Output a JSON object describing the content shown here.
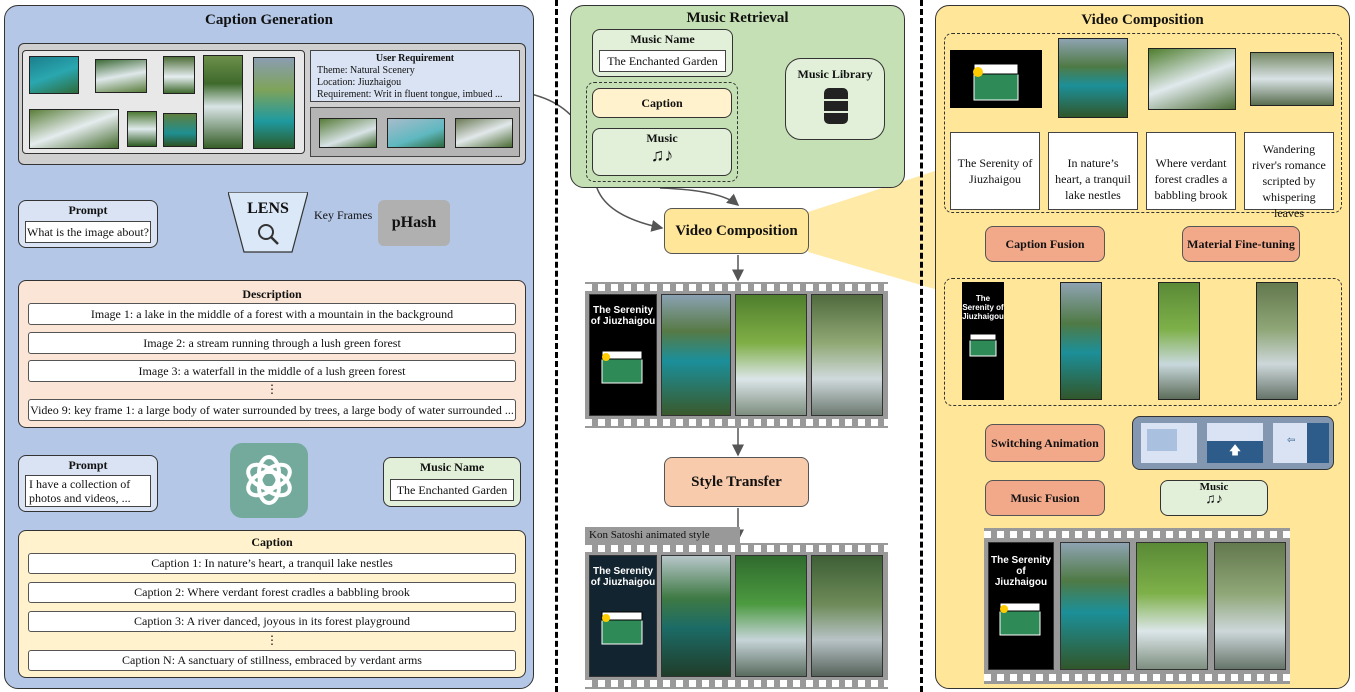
{
  "caption_generation": {
    "title": "Caption Generation",
    "user_requirement": {
      "heading": "User Requirement",
      "theme": "Theme: Natural Scenery",
      "location": "Location: Jiuzhaigou",
      "requirement": "Requirement: Writ in fluent tongue, imbued ..."
    },
    "prompt1": {
      "title": "Prompt",
      "text": "What is the image about?"
    },
    "lens": "LENS",
    "key_frames": "Key Frames",
    "phash": "pHash",
    "description": {
      "title": "Description",
      "lines": [
        "Image 1: a lake in the middle of a forest with a mountain in the background",
        "Image 2: a stream running through a lush green forest",
        "Image 3: a waterfall in the middle of a lush green forest",
        "⋮",
        "Video 9: key frame 1: a large body of water surrounded by trees, a large body of water surrounded ..."
      ]
    },
    "prompt2": {
      "title": "Prompt",
      "text": "I have a collection of photos and videos, ..."
    },
    "music_name": {
      "title": "Music Name",
      "value": "The Enchanted Garden"
    },
    "caption": {
      "title": "Caption",
      "lines": [
        "Caption 1: In nature’s heart, a tranquil lake nestles",
        "Caption 2: Where verdant forest cradles a babbling brook",
        "Caption 3: A river danced, joyous in its forest playground",
        "⋮",
        "Caption N: A sanctuary of stillness, embraced by verdant arms"
      ]
    }
  },
  "music_retrieval": {
    "title": "Music Retrieval",
    "music_name_title": "Music Name",
    "music_name_value": "The Enchanted Garden",
    "music_library": "Music Library",
    "caption": "Caption",
    "music": "Music"
  },
  "middle": {
    "video_composition": "Video Composition",
    "style_transfer": "Style Transfer",
    "style_label": "Kon Satoshi animated style",
    "film_title": "The Serenity of Jiuzhaigou"
  },
  "video_composition": {
    "title": "Video Composition",
    "notes": [
      "The Serenity of Jiuzhaigou",
      "In nature’s heart, a tranquil lake nestles",
      "Where verdant forest cradles a babbling brook",
      "Wandering river's romance scripted by whispering leaves"
    ],
    "caption_fusion": "Caption Fusion",
    "material_finetuning": "Material Fine-tuning",
    "switching_animation": "Switching Animation",
    "music_fusion": "Music Fusion",
    "music": "Music",
    "film_title": "The Serenity of Jiuzhaigou"
  },
  "colors": {
    "blue_panel": "#b4c7e7",
    "green_panel": "#c5e0b4",
    "yellow_panel": "#ffe699",
    "description_bg": "#fbe5d6",
    "caption_bg": "#fff2cc",
    "orange": "#f4b183",
    "gray_box": "#b0b0b0"
  }
}
